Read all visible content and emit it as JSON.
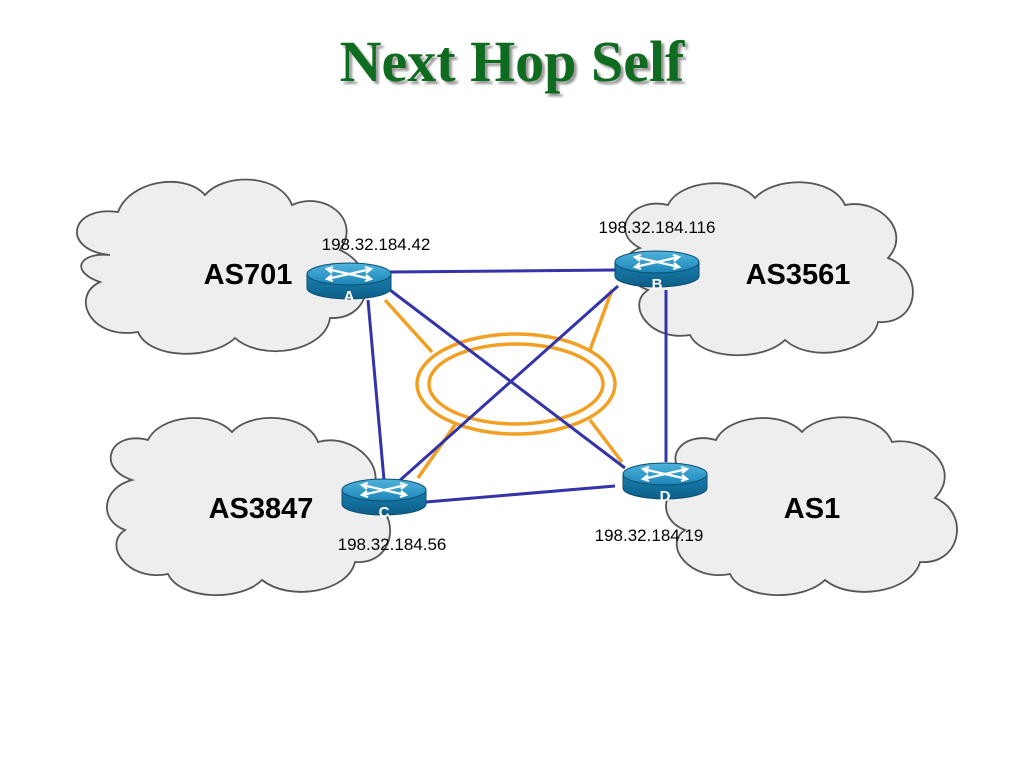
{
  "title": "Next Hop Self",
  "colors": {
    "title": "#0f6b1f",
    "cloud_fill": "#eeeeee",
    "cloud_stroke": "#555555",
    "ebgp_link": "#3333aa",
    "ibgp_link": "#f2a024",
    "router_body": "#1a86b5"
  },
  "autonomous_systems": [
    {
      "id": "as701",
      "label": "AS701"
    },
    {
      "id": "as3561",
      "label": "AS3561"
    },
    {
      "id": "as3847",
      "label": "AS3847"
    },
    {
      "id": "as1",
      "label": "AS1"
    }
  ],
  "routers": [
    {
      "id": "A",
      "letter": "A",
      "ip": "198.32.184.42",
      "icon": "router-icon"
    },
    {
      "id": "B",
      "letter": "B",
      "ip": "198.32.184.116",
      "icon": "router-icon"
    },
    {
      "id": "C",
      "letter": "C",
      "ip": "198.32.184.56",
      "icon": "router-icon"
    },
    {
      "id": "D",
      "letter": "D",
      "ip": "198.32.184.19",
      "icon": "router-icon"
    }
  ],
  "links": {
    "physical": [
      [
        "A",
        "B"
      ],
      [
        "A",
        "C"
      ],
      [
        "A",
        "D"
      ],
      [
        "B",
        "C"
      ],
      [
        "B",
        "D"
      ],
      [
        "C",
        "D"
      ]
    ],
    "peering": [
      "A",
      "B",
      "C",
      "D"
    ]
  }
}
